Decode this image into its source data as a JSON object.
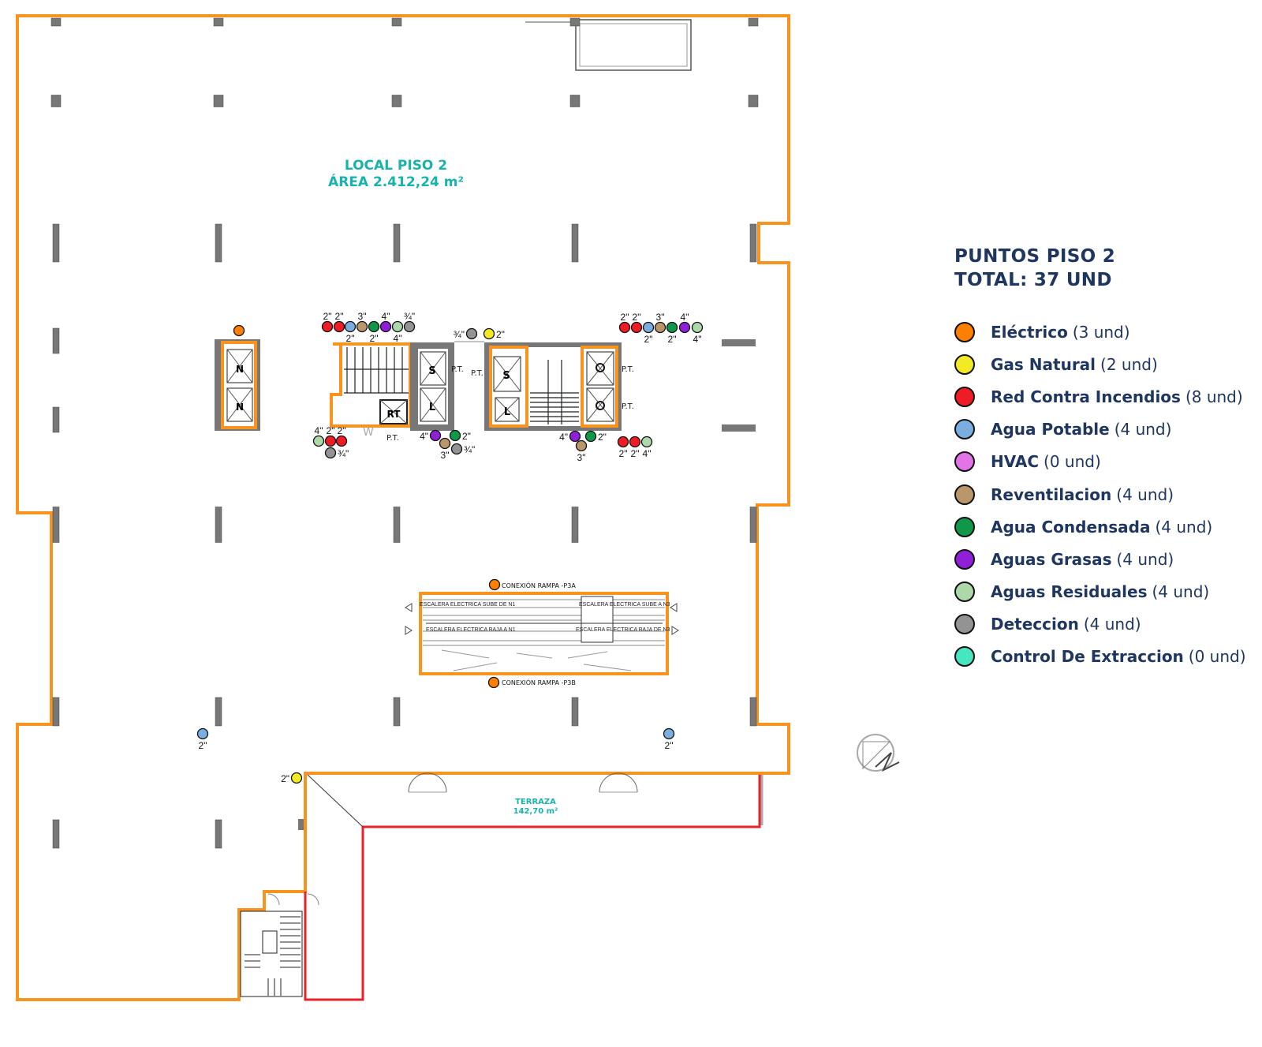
{
  "plan": {
    "local_title": "LOCAL PISO 2",
    "local_area": "ÁREA 2.412,24 m²",
    "terraza_title": "TERRAZA",
    "terraza_area": "142,70 m²",
    "ramp_a": "CONEXIÓN RAMPA -P3A",
    "ramp_b": "CONEXIÓN RAMPA -P3B",
    "esc_1": "ESCALERA ELECTRICA SUBE DE N1",
    "esc_2": "ESCALERA ELECTRICA BAJA A N1",
    "esc_3": "ESCALERA ELECTRICA SUBE A N3",
    "esc_4": "ESCALERA ELECTRICA BAJA DE N3",
    "pt": "P.T.",
    "elevator_marks": [
      "N",
      "N",
      "S",
      "L",
      "RT",
      "S",
      "L",
      "O",
      "O"
    ],
    "w_mark": "W",
    "north": "N",
    "colors": {
      "outline": "#f7931e",
      "terraza_line": "#e8202a",
      "accent_text": "#19b3ae",
      "column": "#777777"
    }
  },
  "legend": {
    "title": "PUNTOS PISO 2",
    "total": "TOTAL: 37 UND",
    "items": [
      {
        "name": "Eléctrico",
        "count": "(3 und)",
        "color": "#ff7f00"
      },
      {
        "name": "Gas Natural",
        "count": "(2 und)",
        "color": "#f2ea22"
      },
      {
        "name": "Red Contra Incendios",
        "count": "(8 und)",
        "color": "#ee1c25"
      },
      {
        "name": "Agua Potable",
        "count": "(4 und)",
        "color": "#7aaee0"
      },
      {
        "name": "HVAC",
        "count": "(0 und)",
        "color": "#e274e8"
      },
      {
        "name": "Reventilacion",
        "count": "(4 und)",
        "color": "#b9976a"
      },
      {
        "name": "Agua Condensada",
        "count": "(4 und)",
        "color": "#10984a"
      },
      {
        "name": "Aguas Grasas",
        "count": "(4 und)",
        "color": "#9020d8"
      },
      {
        "name": "Aguas Residuales",
        "count": "(4 und)",
        "color": "#acd8aa"
      },
      {
        "name": "Deteccion",
        "count": " (4 und)",
        "color": "#939393"
      },
      {
        "name": "Control De Extraccion",
        "count": "(0 und)",
        "color": "#46e6c0"
      }
    ]
  },
  "points": [
    {
      "type": 2,
      "label": "2\""
    },
    {
      "type": 2,
      "label": "2\""
    },
    {
      "type": 3,
      "label": "2\""
    },
    {
      "type": 5,
      "label": "3\""
    },
    {
      "type": 6,
      "label": "2\""
    },
    {
      "type": 7,
      "label": "4\""
    },
    {
      "type": 8,
      "label": "4\""
    },
    {
      "type": 9,
      "label": "¾\""
    },
    {
      "type": 9,
      "label": "¾\""
    },
    {
      "type": 1,
      "label": "2\""
    },
    {
      "type": 2,
      "label": "2\""
    },
    {
      "type": 2,
      "label": "2\""
    },
    {
      "type": 3,
      "label": "2\""
    },
    {
      "type": 5,
      "label": "3\""
    },
    {
      "type": 6,
      "label": "2\""
    },
    {
      "type": 7,
      "label": "4\""
    },
    {
      "type": 8,
      "label": "4\""
    },
    {
      "type": 8,
      "label": "4\""
    },
    {
      "type": 2,
      "label": "2\""
    },
    {
      "type": 2,
      "label": "2\""
    },
    {
      "type": 9,
      "label": "¾\""
    },
    {
      "type": 7,
      "label": "4\""
    },
    {
      "type": 6,
      "label": "2\""
    },
    {
      "type": 5,
      "label": "3\""
    },
    {
      "type": 9,
      "label": "¾\""
    },
    {
      "type": 7,
      "label": "4\""
    },
    {
      "type": 6,
      "label": "2\""
    },
    {
      "type": 5,
      "label": "3\""
    },
    {
      "type": 2,
      "label": "2\""
    },
    {
      "type": 2,
      "label": "2\""
    },
    {
      "type": 8,
      "label": "4\""
    },
    {
      "type": 0,
      "label": ""
    },
    {
      "type": 0,
      "label": ""
    },
    {
      "type": 0,
      "label": ""
    },
    {
      "type": 3,
      "label": "2\""
    },
    {
      "type": 3,
      "label": "2\""
    },
    {
      "type": 1,
      "label": "2\""
    }
  ]
}
